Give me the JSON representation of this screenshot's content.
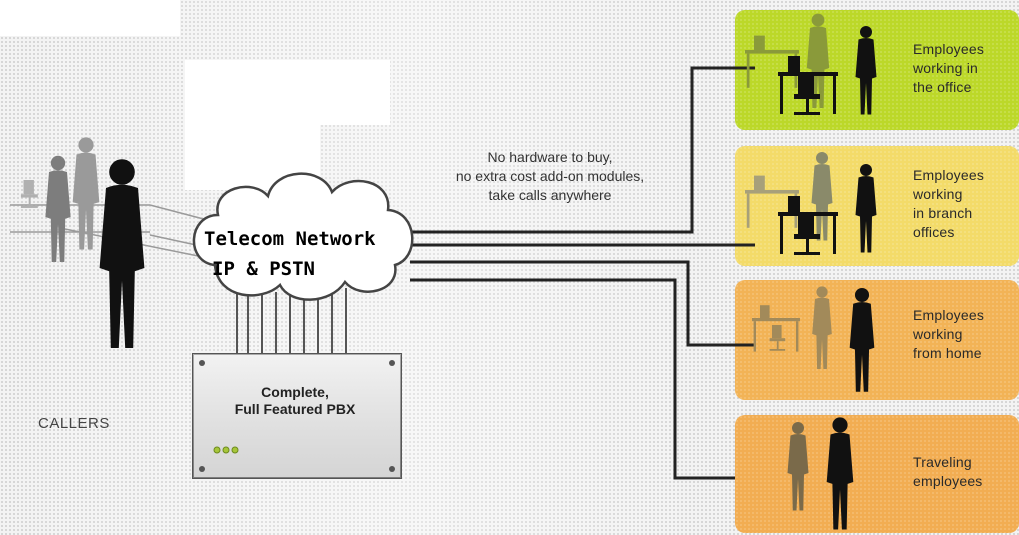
{
  "cloud": {
    "line1": "Telecom Network",
    "line2": "IP & PSTN"
  },
  "tagline": "No hardware to buy,\nno extra cost add-on modules,\ntake calls anywhere",
  "callers_label": "CALLERS",
  "pbx": {
    "label": "Complete,\nFull Featured PBX",
    "indicator_count": 3
  },
  "panels": [
    {
      "label": "Employees\nworking in\nthe office",
      "color": "#bcd829"
    },
    {
      "label": "Employees\nworking\nin branch\noffices",
      "color": "#f3db69"
    },
    {
      "label": "Employees\nworking\nfrom home",
      "color": "#f2b356"
    },
    {
      "label": "Traveling\nemployees",
      "color": "#f2ad52"
    }
  ]
}
